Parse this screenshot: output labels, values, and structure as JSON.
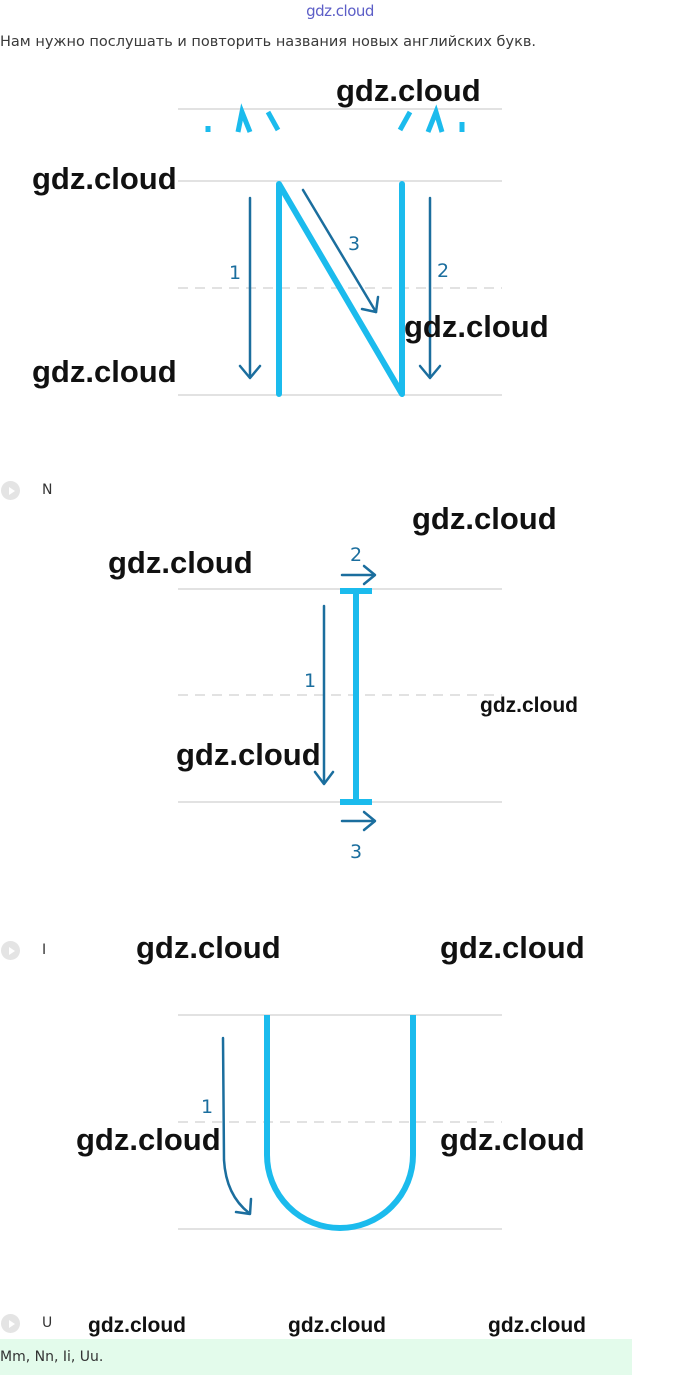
{
  "header": {
    "site_logo": "gdz.cloud"
  },
  "instruction": "Нам нужно послушать и повторить названия новых английских букв.",
  "watermark_text": "gdz.cloud",
  "letters": [
    {
      "letter": "N",
      "stroke_numbers": [
        "1",
        "2",
        "3"
      ],
      "audio_label": "N"
    },
    {
      "letter": "I",
      "stroke_numbers": [
        "1",
        "2",
        "3"
      ],
      "audio_label": "I"
    },
    {
      "letter": "U",
      "stroke_numbers": [
        "1"
      ],
      "audio_label": "U"
    }
  ],
  "answer": {
    "text": "Mm, Nn, Ii, Uu."
  },
  "icons": {
    "play": "play-icon"
  },
  "colors": {
    "letter_stroke": "#1bbbed",
    "arrow": "#1b6e9e",
    "guide_line": "#e2e2e2",
    "answer_bg": "#e3fbeb",
    "logo": "#5c5ec7"
  }
}
